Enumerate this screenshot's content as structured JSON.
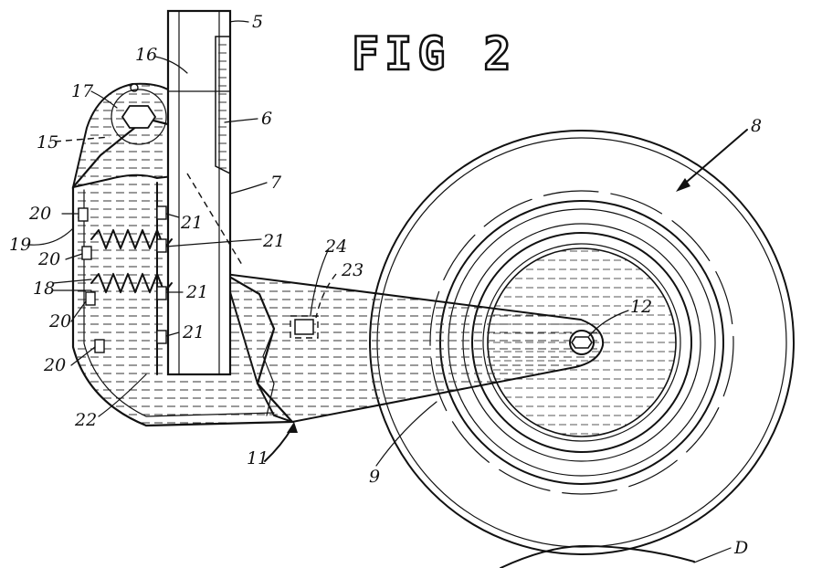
{
  "figure": {
    "title": "FIG 2",
    "labels": {
      "l5": "5",
      "l6": "6",
      "l7": "7",
      "l8": "8",
      "l9": "9",
      "l11": "11",
      "l12": "12",
      "l15": "15",
      "l16": "16",
      "l17": "17",
      "l18": "18",
      "l19": "19",
      "l20a": "20",
      "l20b": "20",
      "l20c": "20",
      "l20d": "20",
      "l21a": "21",
      "l21b": "21",
      "l21c": "21",
      "l21d": "21",
      "l22": "22",
      "l23": "23",
      "l24": "24",
      "lD": "D"
    }
  }
}
